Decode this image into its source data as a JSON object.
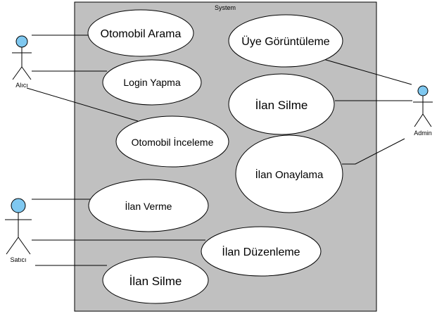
{
  "diagram": {
    "system_label": "System",
    "actors": {
      "alici": "Alıcı",
      "satici": "Satıcı",
      "admin": "Admin"
    },
    "use_cases": {
      "otomobil_arama": "Otomobil Arama",
      "login_yapma": "Login Yapma",
      "otomobil_inceleme": "Otomobil İnceleme",
      "ilan_verme": "İlan Verme",
      "ilan_duzenleme": "İlan Düzenleme",
      "ilan_silme_satici": "İlan Silme",
      "uye_goruntuleme": "Üye Görüntüleme",
      "ilan_silme_admin": "İlan Silme",
      "ilan_onaylama": "İlan Onaylama"
    },
    "colors": {
      "system_fill": "#c0c0c0",
      "actor_head": "#7fc8f0"
    }
  }
}
